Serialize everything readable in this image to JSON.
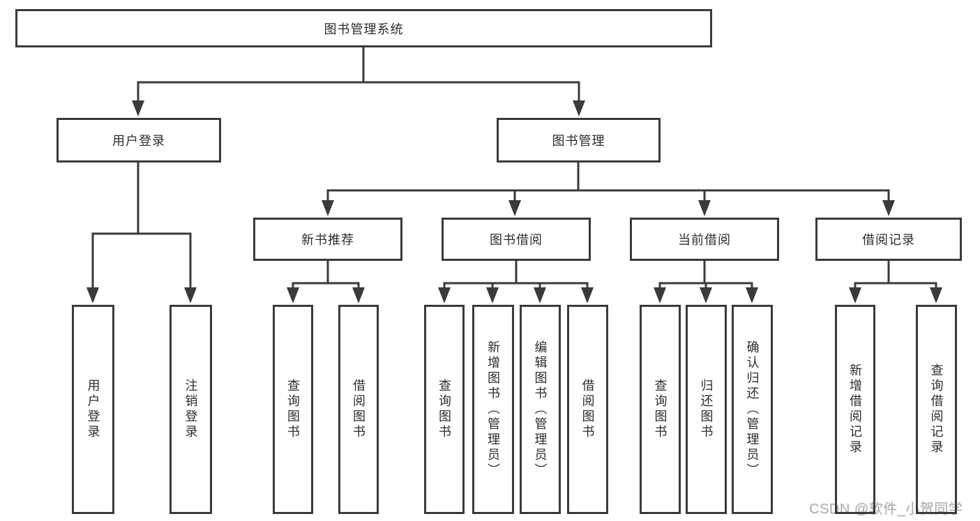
{
  "diagram": {
    "watermark": "CSDN @软件_小贺同学",
    "colors": {
      "line": "#3a3a3a",
      "text": "#2d2d2d",
      "watermark": "#b0b0b0",
      "background": "#ffffff"
    },
    "nodes": {
      "system": {
        "label": "图书管理系统"
      },
      "user_login": {
        "label": "用户登录"
      },
      "book_management": {
        "label": "图书管理"
      },
      "new_book_recommend": {
        "label": "新书推荐"
      },
      "book_borrow": {
        "label": "图书借阅"
      },
      "current_borrow": {
        "label": "当前借阅"
      },
      "borrow_records": {
        "label": "借阅记录"
      },
      "user_login_leaf": {
        "label": "用户登录"
      },
      "logout_leaf": {
        "label": "注销登录"
      },
      "query_book_1": {
        "label": "查询图书"
      },
      "borrow_book_1": {
        "label": "借阅图书"
      },
      "query_book_2": {
        "label": "查询图书"
      },
      "add_book": {
        "label": "新增图书（管理员）"
      },
      "edit_book": {
        "label": "编辑图书（管理员）"
      },
      "borrow_book_2": {
        "label": "借阅图书"
      },
      "query_book_3": {
        "label": "查询图书"
      },
      "return_book": {
        "label": "归还图书"
      },
      "confirm_return": {
        "label": "确认归还（管理员）"
      },
      "add_borrow_record": {
        "label": "新增借阅记录"
      },
      "query_borrow_record": {
        "label": "查询借阅记录"
      }
    },
    "hierarchy": {
      "root": "图书管理系统",
      "children": [
        {
          "label": "用户登录",
          "children": [
            "用户登录",
            "注销登录"
          ]
        },
        {
          "label": "图书管理",
          "children": [
            {
              "label": "新书推荐",
              "children": [
                "查询图书",
                "借阅图书"
              ]
            },
            {
              "label": "图书借阅",
              "children": [
                "查询图书",
                "新增图书（管理员）",
                "编辑图书（管理员）",
                "借阅图书"
              ]
            },
            {
              "label": "当前借阅",
              "children": [
                "查询图书",
                "归还图书",
                "确认归还（管理员）"
              ]
            },
            {
              "label": "借阅记录",
              "children": [
                "新增借阅记录",
                "查询借阅记录"
              ]
            }
          ]
        }
      ]
    }
  }
}
